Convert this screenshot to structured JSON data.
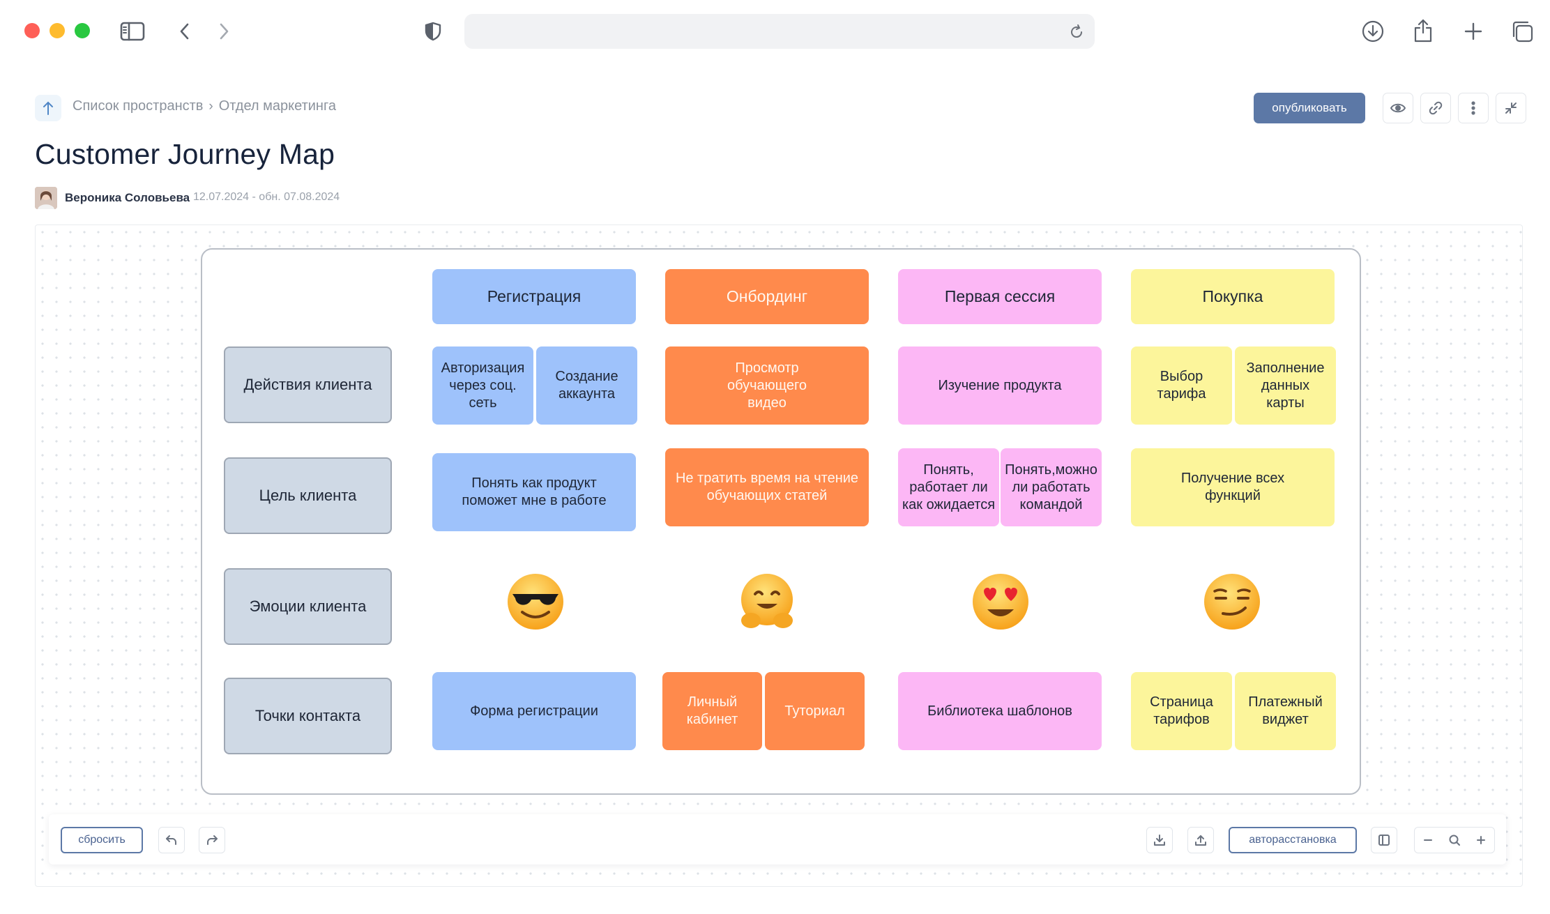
{
  "browser": {
    "traffic_colors": {
      "close": "#fe5f57",
      "minimize": "#febb2e",
      "maximize": "#29c840"
    },
    "icons": [
      "sidebar-icon",
      "back-icon",
      "forward-icon",
      "shield-icon",
      "reload-icon",
      "download-icon",
      "share-icon",
      "new-tab-icon",
      "tabs-icon"
    ],
    "url": ""
  },
  "header": {
    "breadcrumbs": [
      "Список пространств",
      "Отдел маркетинга"
    ],
    "publish_label": "опубликовать",
    "title": "Customer Journey Map",
    "author": "Вероника Соловьева",
    "dates": "12.07.2024 - обн. 07.08.2024",
    "action_icons": [
      "eye-icon",
      "link-icon",
      "more-icon",
      "collapse-icon"
    ]
  },
  "colors": {
    "accent": "#5c78a6",
    "blue": "#9ec2fb",
    "orange": "#ff8a4c",
    "pink": "#fcb7f5",
    "yellow": "#fcf59b",
    "row_label": "#cfd9e5"
  },
  "map": {
    "stages": [
      "Регистрация",
      "Онбординг",
      "Первая сессия",
      "Покупка"
    ],
    "rows": [
      "Действия клиента",
      "Цель клиента",
      "Эмоции клиента",
      "Точки контакта"
    ],
    "actions": {
      "reg_auth": "Авторизация через соц. сеть",
      "reg_create": "Создание аккаунта",
      "onb": "Просмотр обучающего видео",
      "first": "Изучение продукта",
      "buy_tariff": "Выбор тарифа",
      "buy_card": "Заполнение данных карты"
    },
    "goals": {
      "reg": "Понять как продукт поможет мне в работе",
      "onb": "Не тратить время на чтение обучающих статей",
      "first_a": "Понять, работает ли как ожидается",
      "first_b": "Понять,можно ли работать командой",
      "buy": "Получение всех функций"
    },
    "emotions": [
      "sunglasses-emoji",
      "hugging-emoji",
      "heart-eyes-emoji",
      "smirk-emoji"
    ],
    "touchpoints": {
      "reg": "Форма регистрации",
      "onb_a": "Личный кабинет",
      "onb_b": "Туториал",
      "first": "Библиотека шаблонов",
      "buy_a": "Страница тарифов",
      "buy_b": "Платежный виджет"
    }
  },
  "toolbar": {
    "reset_label": "сбросить",
    "autolayout_label": "авторасстановка",
    "icons": [
      "undo-icon",
      "redo-icon",
      "download-icon",
      "upload-icon",
      "panel-icon",
      "zoom-out-icon",
      "zoom-fit-icon",
      "zoom-in-icon"
    ]
  }
}
